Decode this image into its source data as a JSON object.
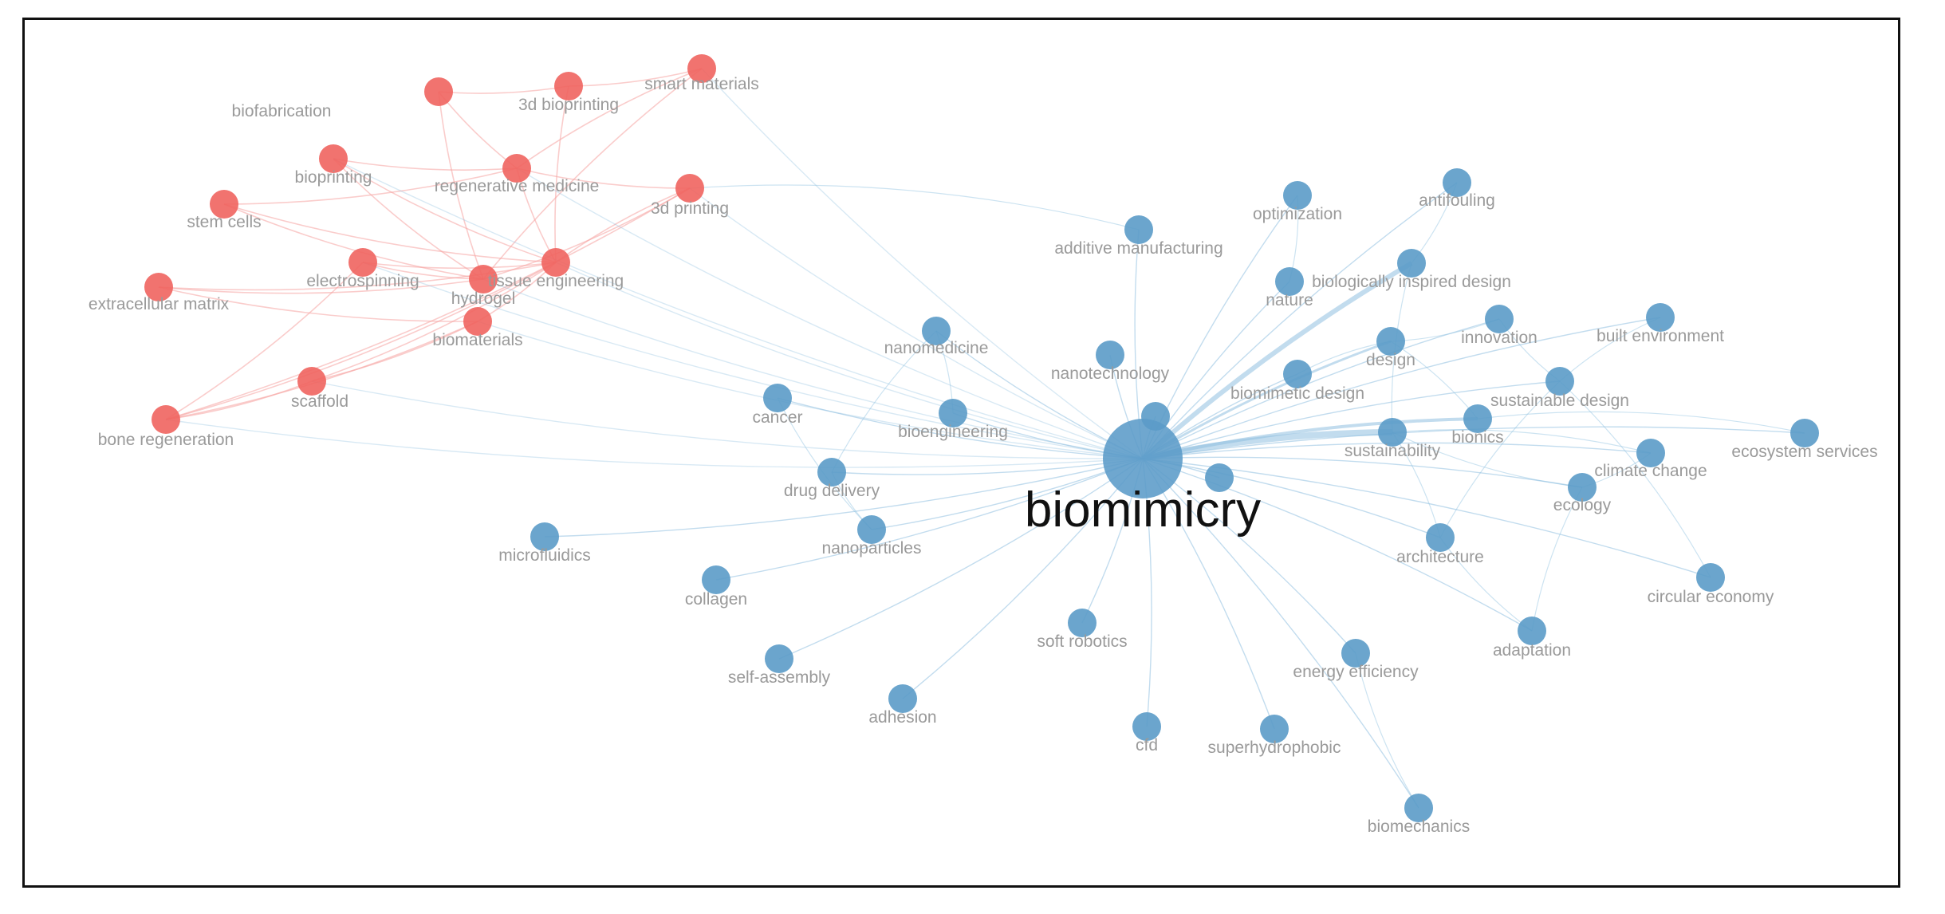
{
  "colors": {
    "cluster_red": "#f0645f",
    "cluster_blue": "#5b9bc8",
    "edge_red": "#f5a3a0",
    "edge_blue": "#8fc0e0",
    "label": "#9a9a9a",
    "hub_label": "#111111"
  },
  "network": {
    "hub": "biomimicry",
    "nodes": [
      {
        "id": "biofabrication",
        "label": "biofabrication",
        "cluster": "red"
      },
      {
        "id": "3d_bioprinting",
        "label": "3d bioprinting",
        "cluster": "red"
      },
      {
        "id": "smart_materials",
        "label": "smart materials",
        "cluster": "red"
      },
      {
        "id": "bioprinting",
        "label": "bioprinting",
        "cluster": "red"
      },
      {
        "id": "regenerative_medicine",
        "label": "regenerative medicine",
        "cluster": "red"
      },
      {
        "id": "3d_printing",
        "label": "3d printing",
        "cluster": "red"
      },
      {
        "id": "stem_cells",
        "label": "stem cells",
        "cluster": "red"
      },
      {
        "id": "electrospinning",
        "label": "electrospinning",
        "cluster": "red"
      },
      {
        "id": "tissue_engineering",
        "label": "tissue engineering",
        "cluster": "red"
      },
      {
        "id": "hydrogel",
        "label": "hydrogel",
        "cluster": "red"
      },
      {
        "id": "extracellular_matrix",
        "label": "extracellular matrix",
        "cluster": "red"
      },
      {
        "id": "biomaterials",
        "label": "biomaterials",
        "cluster": "red"
      },
      {
        "id": "scaffold",
        "label": "scaffold",
        "cluster": "red"
      },
      {
        "id": "bone_regeneration",
        "label": "bone regeneration",
        "cluster": "red"
      },
      {
        "id": "biomimicry",
        "label": "biomimicry",
        "cluster": "blue"
      },
      {
        "id": "optimization",
        "label": "optimization",
        "cluster": "blue"
      },
      {
        "id": "antifouling",
        "label": "antifouling",
        "cluster": "blue"
      },
      {
        "id": "additive_manufacturing",
        "label": "additive manufacturing",
        "cluster": "blue"
      },
      {
        "id": "nature",
        "label": "nature",
        "cluster": "blue"
      },
      {
        "id": "biologically_inspired_design",
        "label": "biologically inspired design",
        "cluster": "blue"
      },
      {
        "id": "innovation",
        "label": "innovation",
        "cluster": "blue"
      },
      {
        "id": "built_environment",
        "label": "built environment",
        "cluster": "blue"
      },
      {
        "id": "design",
        "label": "design",
        "cluster": "blue"
      },
      {
        "id": "nanomedicine",
        "label": "nanomedicine",
        "cluster": "blue"
      },
      {
        "id": "nanotechnology",
        "label": "nanotechnology",
        "cluster": "blue"
      },
      {
        "id": "biomimetic_design",
        "label": "biomimetic design",
        "cluster": "blue"
      },
      {
        "id": "sustainable_design",
        "label": "sustainable design",
        "cluster": "blue"
      },
      {
        "id": "cancer",
        "label": "cancer",
        "cluster": "blue"
      },
      {
        "id": "bioengineering",
        "label": "bioengineering",
        "cluster": "blue"
      },
      {
        "id": "bionics",
        "label": "bionics",
        "cluster": "blue"
      },
      {
        "id": "sustainability",
        "label": "sustainability",
        "cluster": "blue"
      },
      {
        "id": "ecosystem_services",
        "label": "ecosystem services",
        "cluster": "blue"
      },
      {
        "id": "climate_change",
        "label": "climate change",
        "cluster": "blue"
      },
      {
        "id": "drug_delivery",
        "label": "drug delivery",
        "cluster": "blue"
      },
      {
        "id": "ecology",
        "label": "ecology",
        "cluster": "blue"
      },
      {
        "id": "microfluidics",
        "label": "microfluidics",
        "cluster": "blue"
      },
      {
        "id": "nanoparticles",
        "label": "nanoparticles",
        "cluster": "blue"
      },
      {
        "id": "architecture",
        "label": "architecture",
        "cluster": "blue"
      },
      {
        "id": "collagen",
        "label": "collagen",
        "cluster": "blue"
      },
      {
        "id": "circular_economy",
        "label": "circular economy",
        "cluster": "blue"
      },
      {
        "id": "soft_robotics",
        "label": "soft robotics",
        "cluster": "blue"
      },
      {
        "id": "adaptation",
        "label": "adaptation",
        "cluster": "blue"
      },
      {
        "id": "self_assembly",
        "label": "self-assembly",
        "cluster": "blue"
      },
      {
        "id": "energy_efficiency",
        "label": "energy efficiency",
        "cluster": "blue"
      },
      {
        "id": "adhesion",
        "label": "adhesion",
        "cluster": "blue"
      },
      {
        "id": "cfd",
        "label": "cfd",
        "cluster": "blue"
      },
      {
        "id": "superhydrophobic",
        "label": "superhydrophobic",
        "cluster": "blue"
      },
      {
        "id": "biomechanics",
        "label": "biomechanics",
        "cluster": "blue"
      },
      {
        "id": "unlabeled_1",
        "label": "",
        "cluster": "blue"
      },
      {
        "id": "unlabeled_2",
        "label": "",
        "cluster": "blue"
      }
    ]
  }
}
